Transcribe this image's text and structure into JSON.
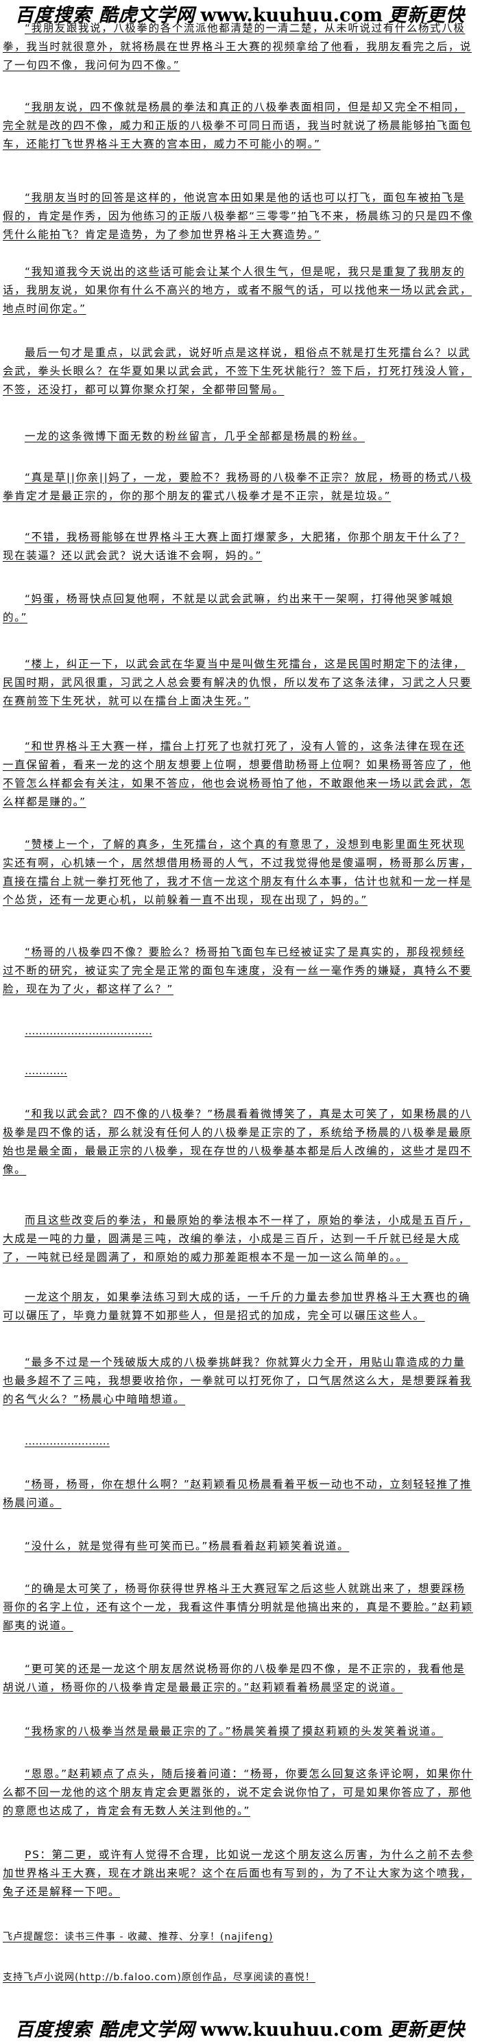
{
  "logo": {
    "left_text": "百度搜索 酷虎文学网",
    "url": "www.kuuhuu.com",
    "right_text": "更新更快"
  },
  "paragraphs": [
    "“我朋友跟我说，八极拳的各个流派他都清楚的一清二楚，从未听说过有什么杨式八极拳，我当时就很意外，就将杨晨在世界格斗王大赛的视频拿给了他看，我朋友看完之后，说了一句四不像，我问何为四不像。”",
    "“我朋友说，四不像就是杨晨的拳法和真正的八极拳表面相同，但是却又完全不相同，完全就是改的四不像，威力和正版的八极拳不可同日而语，我当时就说了杨晨能够拍飞面包车，还能打飞世界格斗王大赛的宫本田，威力不可能小的啊。”",
    "“我朋友当时的回答是这样的，他说宫本田如果是他的话也可以打飞，面包车被拍飞是假的，肯定是作秀，因为他练习的正版八极拳都“三零零”拍飞不来，杨晨练习的只是四不像凭什么能拍飞？肯定是造势，为了参加世界格斗王大赛造势。”",
    "“我知道我今天说出的这些话可能会让某个人很生气，但是呢，我只是重复了我朋友的话，我朋友说，如果你有什么不高兴的地方，或者不服气的话，可以找他来一场以武会武，地点时间你定。”",
    "最后一句才是重点，以武会武，说好听点是这样说，粗俗点不就是打生死擂台么？以武会武，拳头长眼么？在华夏如果以武会武，不签下生死状能行？签下后，打死打残没人管，不签，还没打，都可以算你聚众打架，全都带回警局。",
    "一龙的这条微博下面无数的粉丝留言，几乎全部都是杨晨的粉丝。",
    "“真是草||你亲||妈了，一龙，要脸不？我杨哥的八极拳不正宗？放屁，杨哥的杨式八极拳肯定才是最正宗的，你的那个朋友的霍式八极拳才是不正宗，就是垃圾。”",
    "“不错，我杨哥能够在世界格斗王大赛上面打爆蒙多，大肥猪，你那个朋友干什么了？现在装逼？还以武会武？说大话谁不会啊，妈的。”",
    "“妈蛋，杨哥快点回复他啊，不就是以武会武嘛，约出来干一架啊，打得他哭爹喊娘的。”",
    "“楼上，纠正一下，以武会武在华夏当中是叫做生死擂台，这是民国时期定下的法律，民国时期，武风很重，习武之人总会要有解决的仇恨，所以发布了这条法律，习武之人只要在赛前签下生死状，就可以在擂台上面决生死。”",
    "“和世界格斗王大赛一样，擂台上打死了也就打死了，没有人管的，这条法律在现在还一直保留着，看来一龙的这个朋友想要上位啊，想要借助杨哥上位啊？如果杨哥答应了，他不管怎么样都会有关注，如果不答应，他也会说杨哥怕了他，不敢跟他来一场以武会武，怎么样都是赚的。”",
    "“赞楼上一个，了解的真多，生死擂台，这个真的有意思了，没想到电影里面生死状现实还有啊，心机婊一个，居然想借用杨哥的人气，不过我觉得他是傻逼啊，杨哥那么厉害，直接在擂台上就一拳打死他了，我才不信一龙这个朋友有什么本事，估计也就和一龙一样是个怂货，还有一龙更心机，以前躲着一直不出现，现在出现了，妈的。”",
    "“杨哥的八极拳四不像？要脸么？杨哥拍飞面包车已经被证实了是真实的，那段视频经过不断的研究，被证实了完全是正常的面包车速度，没有一丝一毫作秀的嫌疑，真特么不要脸，现在为了火，都这样了么？”",
    "………………………………",
    "…………",
    "“和我以武会武？四不像的八极拳？”杨晨看着微博笑了，真是太可笑了，如果杨晨的八极拳是四不像的话，那么就没有任何人的八极拳是正宗的了，系统给予杨晨的八极拳是最原始也是最全面，最最正宗的八极拳，现在存世的八极拳基本都是后人改编的，这些才是四不像。",
    "而且这些改变后的拳法，和最原始的拳法根本不一样了，原始的拳法，小成是五百斤，大成是一吨的力量，圆满是三吨，改编的拳法，小成是三百斤，达到一千斤就已经是大成了，一吨就已经是圆满了，和原始的威力那差距根本不是一加一这么简单的。。",
    "一龙这个朋友，如果拳法练习到大成的话，一千斤的力量去参加世界格斗王大赛也的确可以碾压了，毕竟力量就算不如那些人，但是招式的加成，完全可以碾压这些人。",
    "“最多不过是一个残破版大成的八极拳挑衅我？你就算火力全开，用贴山靠造成的力量也最多超不了三吨，我想要收拾你，一拳就可以打死你了，口气居然这么大，是想要踩着我的名气火么？”杨晨心中暗暗想道。",
    "……………………",
    "“杨哥，杨哥，你在想什么啊？”赵莉颖看见杨晨看着平板一动也不动，立刻轻轻推了推杨晨问道。",
    "“没什么，就是觉得有些可笑而已。”杨晨看着赵莉颖笑着说道。",
    "“的确是太可笑了，杨哥你获得世界格斗王大赛冠军之后这些人就跳出来了，想要踩杨哥你的名字上位，还有这个一龙，我看这件事情分明就是他搞出来的，真是不要脸。”赵莉颖鄙夷的说道。",
    "“更可笑的还是一龙这个朋友居然说杨哥你的八极拳是四不像，是不正宗的，我看他是胡说八道，杨哥你的八极拳肯定是最最正宗的。”赵莉颖看着杨晨坚定的说道。",
    "“我杨家的八极拳当然是最最正宗的了。”杨晨笑着摸了摸赵莉颖的头发笑着说道。",
    "“恩恩。”赵莉颖点了点头，随后接着问道：“杨哥，你要怎么回复这条评论啊，如果你什么都不回一龙他的这个朋友肯定会更嚣张的，说不定会说你怕了，可是如果你答应了，那他的意愿也达成了，肯定会有无数人关注到他的。”",
    "PS：第二更，或许有人觉得不合理，比如说一龙这个朋友这么厉害，为什么之前不去参加世界格斗王大赛，现在才跳出来呢？这个在后面也有写到的，为了不让大家为这个喷我，兔子还是解释一下吧。"
  ],
  "footer": {
    "reminder": "飞卢提醒您：读书三件事 - 收藏、推荐、分享！(najifeng)",
    "support": "支持飞卢小说网(http://b.faloo.com)原创作品，尽享阅读的喜悦！"
  }
}
